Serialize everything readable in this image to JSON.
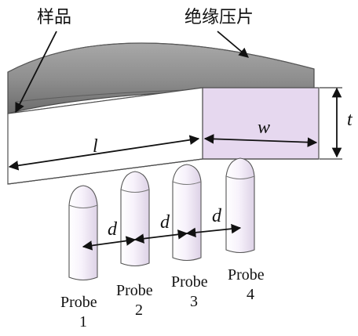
{
  "labels": {
    "sample": "样品",
    "pressing_disk": "绝缘压片"
  },
  "dimensions": {
    "length": "l",
    "width": "w",
    "thickness": "t",
    "spacing": [
      "d",
      "d",
      "d"
    ]
  },
  "probes": [
    {
      "name": "Probe",
      "number": "1"
    },
    {
      "name": "Probe",
      "number": "2"
    },
    {
      "name": "Probe",
      "number": "3"
    },
    {
      "name": "Probe",
      "number": "4"
    }
  ],
  "colors": {
    "disk": "#8f8f8f",
    "sample_front": "#ffffff",
    "sample_side": "#e6d8ef",
    "sample_bottom": "#b5b5b5",
    "probe": "#f3eef7",
    "line": "#111111"
  }
}
